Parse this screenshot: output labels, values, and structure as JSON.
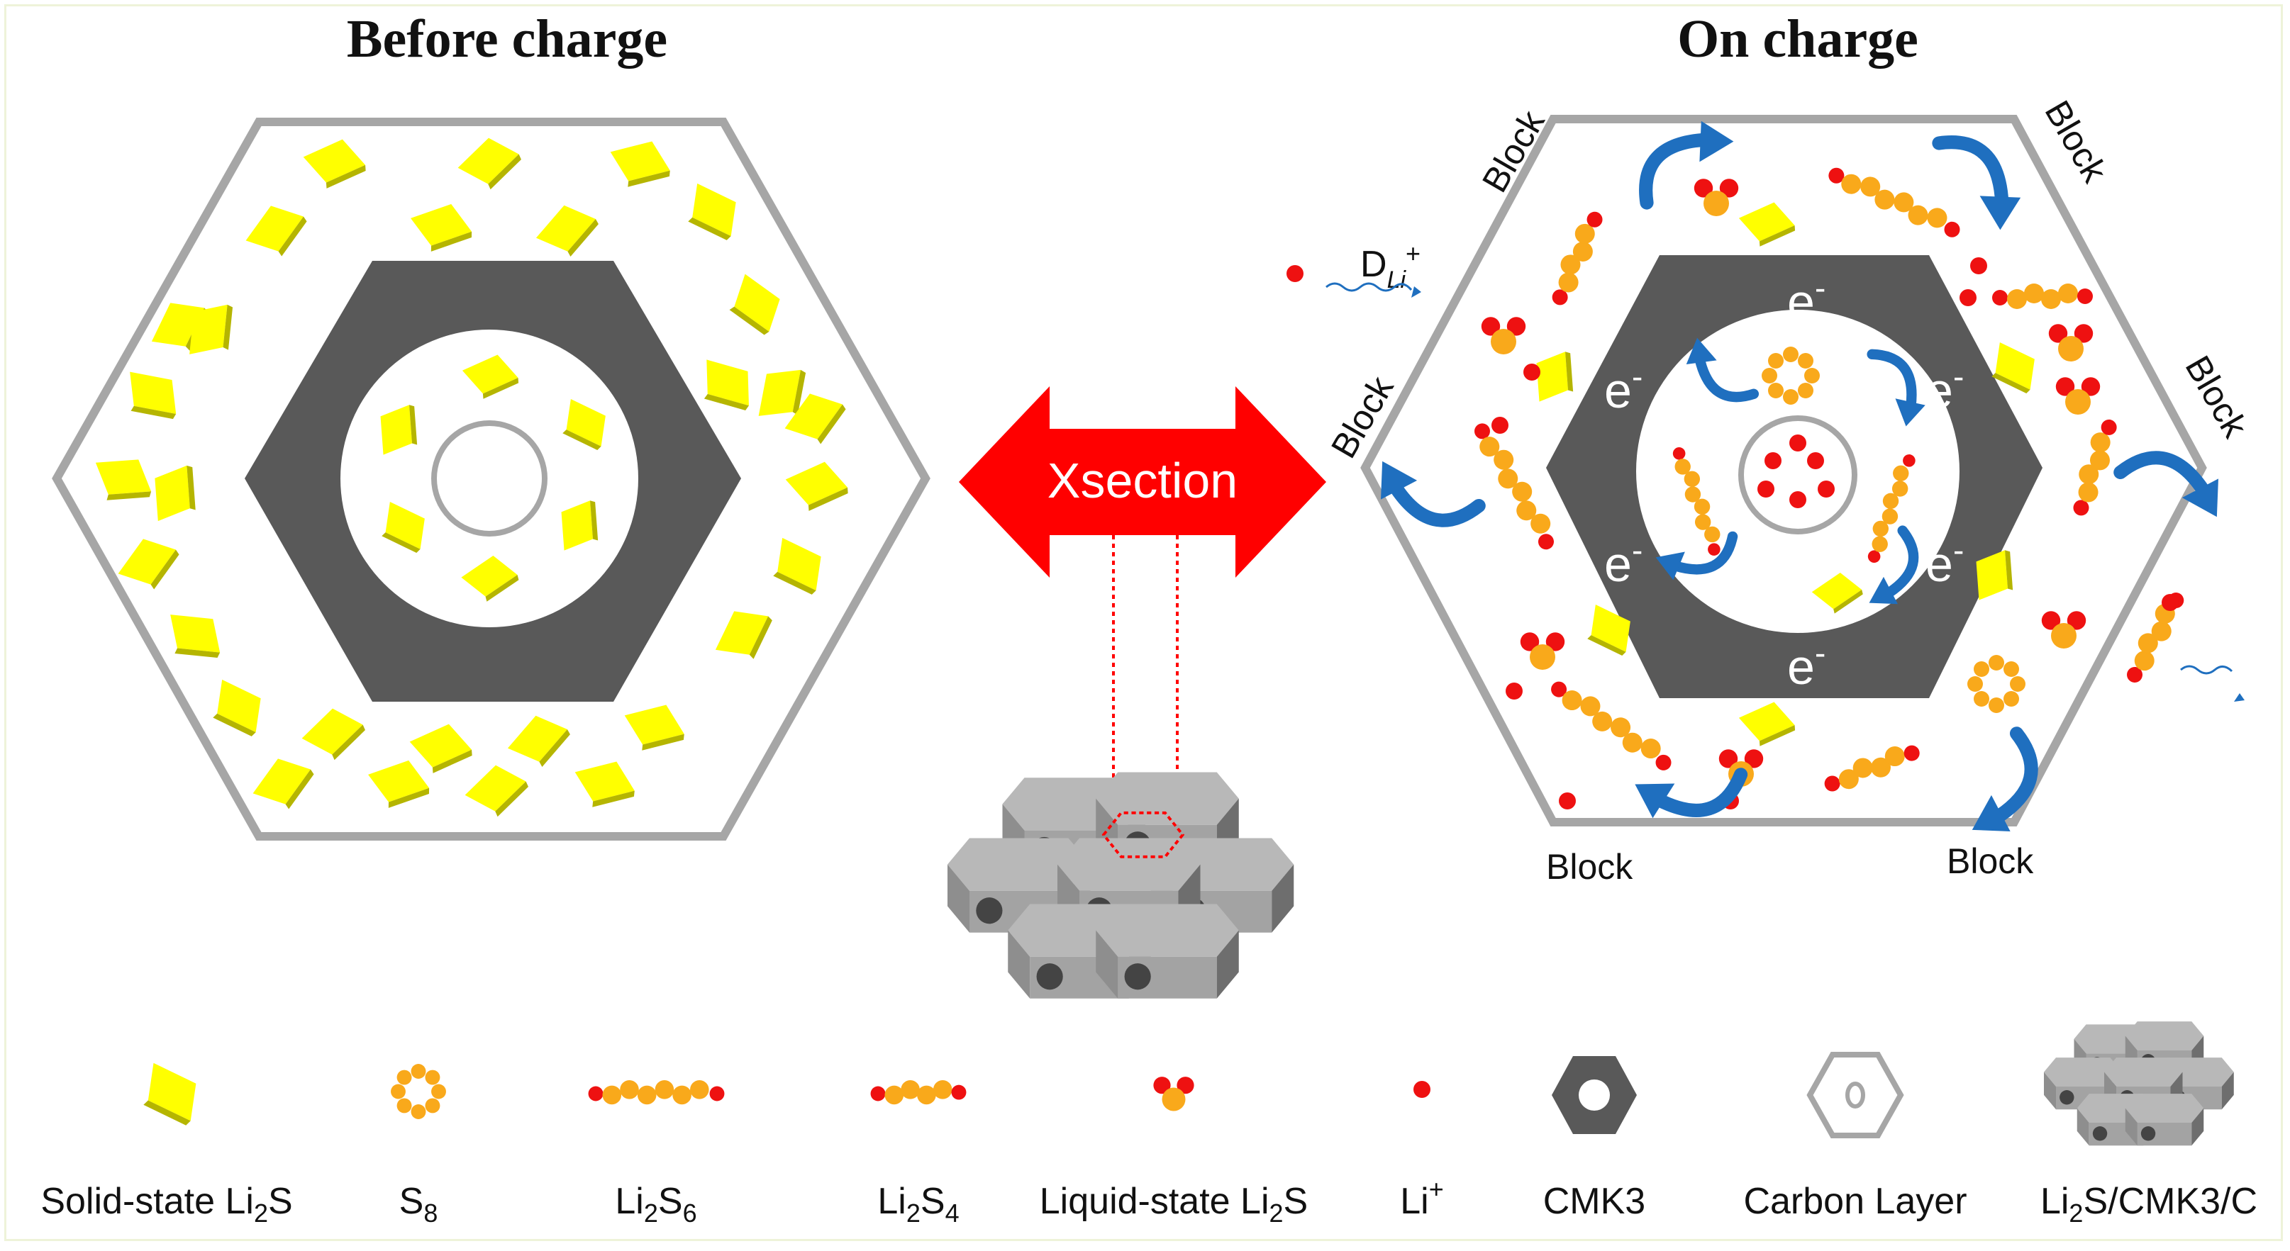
{
  "titles": {
    "left": "Before charge",
    "right": "On charge"
  },
  "arrow": {
    "label": "Xsection"
  },
  "right_panel": {
    "block_label": "Block",
    "electron_label": "e",
    "electron_sup": "-",
    "diffusion_label": "D",
    "diffusion_sub": "Li",
    "diffusion_sup": "+"
  },
  "legend": {
    "solid_li2s": {
      "text": "Solid-state Li",
      "sub": "2",
      "tail": "S"
    },
    "s8": {
      "text": "S",
      "sub": "8",
      "tail": ""
    },
    "li2s6": {
      "text": "Li",
      "sub": "2",
      "mid": "S",
      "sub2": "6"
    },
    "li2s4": {
      "text": "Li",
      "sub": "2",
      "mid": "S",
      "sub2": "4"
    },
    "liquid_li2s": {
      "text": "Liquid-state Li",
      "sub": "2",
      "tail": "S"
    },
    "li_ion": {
      "text": "Li",
      "sup": "+"
    },
    "cmk3": {
      "text": "CMK3"
    },
    "carbon_layer": {
      "text": "Carbon Layer"
    },
    "composite": {
      "text": "Li",
      "sub": "2",
      "tail": "S/CMK3/C"
    }
  },
  "colors": {
    "li2s_yellow": "#ffff00",
    "li2s_shade": "#c8c800",
    "sulfur_orange": "#f9a91b",
    "lithium_red": "#ee1111",
    "cmk3_gray": "#595959",
    "shell_gray": "#a6a6a6",
    "arrow_red": "#ff0000",
    "flow_blue": "#1f6fbf"
  }
}
